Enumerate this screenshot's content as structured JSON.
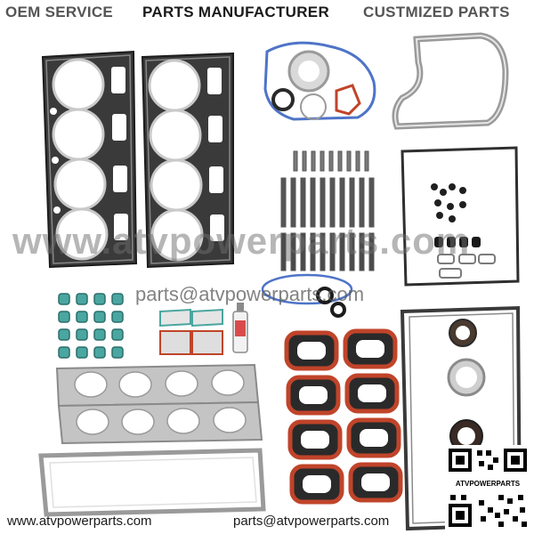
{
  "banner": {
    "left": "OEM SERVICE",
    "center": "PARTS MANUFACTURER",
    "right": "CUSTMIZED PARTS"
  },
  "watermark": {
    "site": "www.atvpowerparts.com",
    "email": "parts@atvpowerparts.com"
  },
  "footer": {
    "website": "www.atvpowerparts.com",
    "email": "parts@atvpowerparts.com"
  },
  "qr": {
    "label": "ATVPOWERPARTS"
  },
  "colors": {
    "gasket_black": "#2a2a2a",
    "gasket_red": "#c0442a",
    "seal_blue": "#4f74c8",
    "seal_teal": "#4aa6a0",
    "metal_gray": "#b8b8b8",
    "banner_dark": "#1a1a1a",
    "banner_gray": "#555555"
  },
  "icons": {
    "qr": "qr-code-icon",
    "silicone_tube": "sealant-tube-icon"
  }
}
